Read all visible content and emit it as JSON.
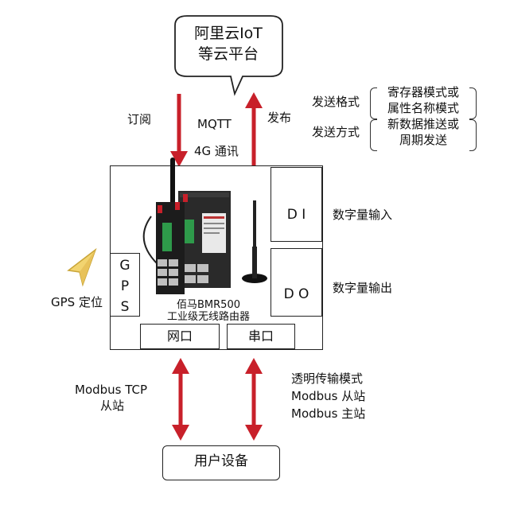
{
  "cloud": {
    "line1": "阿里云IoT",
    "line2": "等云平台"
  },
  "upper_link": {
    "subscribe": "订阅",
    "protocol": "MQTT",
    "network": "4G 通讯",
    "publish": "发布"
  },
  "publish_options": {
    "format_label": "发送格式",
    "format_line1": "寄存器模式或",
    "format_line2": "属性名称模式",
    "method_label": "发送方式",
    "method_line1": "新数据推送或",
    "method_line2": "周期发送"
  },
  "device": {
    "name_line1": "佰马BMR500",
    "name_line2": "工业级无线路由器",
    "di_label": "D I",
    "di_desc": "数字量输入",
    "do_label": "D O",
    "do_desc": "数字量输出",
    "gps_label": "GPS",
    "gps_desc": "GPS 定位",
    "eth_label": "网口",
    "serial_label": "串口"
  },
  "lower_link": {
    "left_line1": "Modbus TCP",
    "left_line2": "从站",
    "right_line1": "透明传输模式",
    "right_line2": "Modbus 从站",
    "right_line3": "Modbus 主站"
  },
  "user_device": {
    "label": "用户设备"
  },
  "colors": {
    "arrow": "#c8202a",
    "border": "#222222",
    "gps_icon": "#f2d470"
  }
}
